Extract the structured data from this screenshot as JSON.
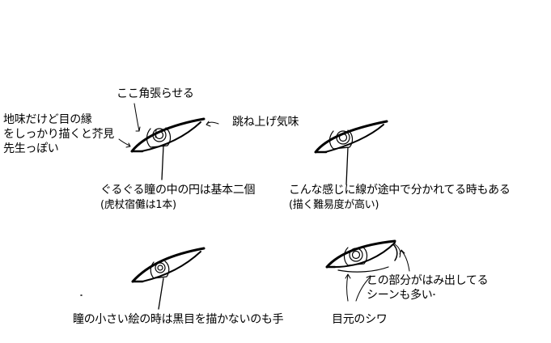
{
  "annotations": {
    "corner_note": "ここ角張らせる",
    "upper_lid_note": "跳ね上げ気味",
    "outline_note_line1": "地味だけど目の縁",
    "outline_note_line2": "をしっかり描くと芥見",
    "outline_note_line3": "先生っぽい",
    "iris_note_line1": "ぐるぐる瞳の中の円は基本二個",
    "iris_note_line2": "(虎杖宿儺は1本)",
    "split_line_note_line1": "こんな感じに線が途中で分かれてる時もある",
    "split_line_note_line2": "(描く難易度が高い)",
    "small_eye_note": "瞳の小さい絵の時は黒目を描かないのも手",
    "overflow_note_line1": "この部分がはみ出してる",
    "overflow_note_line2": "シーンも多い",
    "wrinkle_note": "目元のシワ"
  },
  "colors": {
    "ink": "#000000",
    "paper": "#ffffff"
  }
}
